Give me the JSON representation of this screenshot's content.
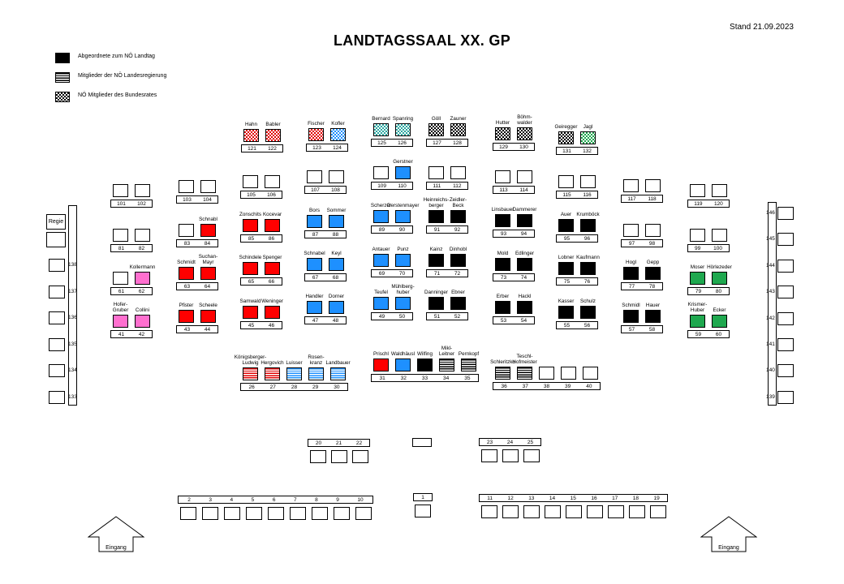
{
  "header": {
    "title": "LANDTAGSSAAL XX. GP",
    "stand": "Stand 21.09.2023"
  },
  "legend": [
    {
      "pattern": "black",
      "label": "Abgeordnete  zum NÖ Landtag"
    },
    {
      "pattern": "stripe-black",
      "label": "Mitglieder der NÖ Landesregierung"
    },
    {
      "pattern": "check-black",
      "label": "NÖ Mitglieder des Bundesrates"
    }
  ],
  "regie_label": "Regie",
  "entrance_label": "Eingang",
  "seats": [
    {
      "name": "Hahn",
      "number": "121",
      "fill": "check-red"
    },
    {
      "name": "Babler",
      "number": "122",
      "fill": "check-red"
    },
    {
      "name": "Fischer",
      "number": "123",
      "fill": "check-red"
    },
    {
      "name": "Kofler",
      "number": "124",
      "fill": "check-blue"
    },
    {
      "name": "Bernard",
      "number": "125",
      "fill": "check-teal"
    },
    {
      "name": "Spanring",
      "number": "126",
      "fill": "check-teal"
    },
    {
      "name": "Göll",
      "number": "127",
      "fill": "check-black"
    },
    {
      "name": "Zauner",
      "number": "128",
      "fill": "check-black"
    },
    {
      "name": "Hutter",
      "number": "129",
      "fill": "check-black"
    },
    {
      "name": "Böhm-\nwalder",
      "number": "130",
      "fill": "check-black"
    },
    {
      "name": "Geiregger",
      "number": "131",
      "fill": "check-black"
    },
    {
      "name": "Jagl",
      "number": "132",
      "fill": "check-green"
    },
    {
      "name": "",
      "number": "101",
      "fill": "white"
    },
    {
      "name": "",
      "number": "102",
      "fill": "white"
    },
    {
      "name": "",
      "number": "103",
      "fill": "white"
    },
    {
      "name": "",
      "number": "104",
      "fill": "white"
    },
    {
      "name": "",
      "number": "105",
      "fill": "white"
    },
    {
      "name": "",
      "number": "106",
      "fill": "white"
    },
    {
      "name": "",
      "number": "107",
      "fill": "white"
    },
    {
      "name": "",
      "number": "108",
      "fill": "white"
    },
    {
      "name": "",
      "number": "109",
      "fill": "white"
    },
    {
      "name": "Gerstner",
      "number": "110",
      "fill": "blue"
    },
    {
      "name": "",
      "number": "111",
      "fill": "white"
    },
    {
      "name": "",
      "number": "112",
      "fill": "white"
    },
    {
      "name": "",
      "number": "113",
      "fill": "white"
    },
    {
      "name": "",
      "number": "114",
      "fill": "white"
    },
    {
      "name": "",
      "number": "115",
      "fill": "white"
    },
    {
      "name": "",
      "number": "116",
      "fill": "white"
    },
    {
      "name": "",
      "number": "117",
      "fill": "white"
    },
    {
      "name": "",
      "number": "118",
      "fill": "white"
    },
    {
      "name": "",
      "number": "119",
      "fill": "white"
    },
    {
      "name": "",
      "number": "120",
      "fill": "white"
    },
    {
      "name": "",
      "number": "81",
      "fill": "white"
    },
    {
      "name": "",
      "number": "82",
      "fill": "white"
    },
    {
      "name": "",
      "number": "83",
      "fill": "white"
    },
    {
      "name": "Schnabl",
      "number": "84",
      "fill": "red"
    },
    {
      "name": "Zonschits",
      "number": "85",
      "fill": "red"
    },
    {
      "name": "Kocevar",
      "number": "86",
      "fill": "red"
    },
    {
      "name": "Bors",
      "number": "87",
      "fill": "blue"
    },
    {
      "name": "Sommer",
      "number": "88",
      "fill": "blue"
    },
    {
      "name": "Scherzer",
      "number": "89",
      "fill": "blue"
    },
    {
      "name": "Gerstenmayer",
      "number": "90",
      "fill": "blue"
    },
    {
      "name": "Heinreichs-\nberger",
      "number": "91",
      "fill": "black"
    },
    {
      "name": "Zeidler-\nBeck",
      "number": "92",
      "fill": "black"
    },
    {
      "name": "Linsbauer",
      "number": "93",
      "fill": "black"
    },
    {
      "name": "Dammerer",
      "number": "94",
      "fill": "black"
    },
    {
      "name": "Auer",
      "number": "95",
      "fill": "black"
    },
    {
      "name": "Krumböck",
      "number": "96",
      "fill": "black"
    },
    {
      "name": "",
      "number": "97",
      "fill": "white"
    },
    {
      "name": "",
      "number": "98",
      "fill": "white"
    },
    {
      "name": "",
      "number": "99",
      "fill": "white"
    },
    {
      "name": "",
      "number": "100",
      "fill": "white"
    },
    {
      "name": "",
      "number": "61",
      "fill": "white"
    },
    {
      "name": "Kollermann",
      "number": "62",
      "fill": "pink"
    },
    {
      "name": "Schmidt",
      "number": "63",
      "fill": "red"
    },
    {
      "name": "Suchan-\nMayr",
      "number": "64",
      "fill": "red"
    },
    {
      "name": "Schindele",
      "number": "65",
      "fill": "red"
    },
    {
      "name": "Spenger",
      "number": "66",
      "fill": "red"
    },
    {
      "name": "Schnabel",
      "number": "67",
      "fill": "blue"
    },
    {
      "name": "Keyl",
      "number": "68",
      "fill": "blue"
    },
    {
      "name": "Antauer",
      "number": "69",
      "fill": "blue"
    },
    {
      "name": "Punz",
      "number": "70",
      "fill": "blue"
    },
    {
      "name": "Kainz",
      "number": "71",
      "fill": "black"
    },
    {
      "name": "Dinhobl",
      "number": "72",
      "fill": "black"
    },
    {
      "name": "Mold",
      "number": "73",
      "fill": "black"
    },
    {
      "name": "Edlinger",
      "number": "74",
      "fill": "black"
    },
    {
      "name": "Lobner",
      "number": "75",
      "fill": "black"
    },
    {
      "name": "Kaufmann",
      "number": "76",
      "fill": "black"
    },
    {
      "name": "Hogl",
      "number": "77",
      "fill": "black"
    },
    {
      "name": "Gepp",
      "number": "78",
      "fill": "black"
    },
    {
      "name": "Moser",
      "number": "79",
      "fill": "green"
    },
    {
      "name": "Hörlezeder",
      "number": "80",
      "fill": "green"
    },
    {
      "name": "Hofer-\nGruber",
      "number": "41",
      "fill": "pink"
    },
    {
      "name": "Collini",
      "number": "42",
      "fill": "pink"
    },
    {
      "name": "Pfister",
      "number": "43",
      "fill": "red"
    },
    {
      "name": "Scheele",
      "number": "44",
      "fill": "red"
    },
    {
      "name": "Samwald",
      "number": "45",
      "fill": "red"
    },
    {
      "name": "Weninger",
      "number": "46",
      "fill": "red"
    },
    {
      "name": "Handler",
      "number": "47",
      "fill": "blue"
    },
    {
      "name": "Dorner",
      "number": "48",
      "fill": "blue"
    },
    {
      "name": "Teufel",
      "number": "49",
      "fill": "blue"
    },
    {
      "name": "Mühlberg-\nhuber",
      "number": "50",
      "fill": "blue"
    },
    {
      "name": "Danninger",
      "number": "51",
      "fill": "black"
    },
    {
      "name": "Ebner",
      "number": "52",
      "fill": "black"
    },
    {
      "name": "Erber",
      "number": "53",
      "fill": "black"
    },
    {
      "name": "Hackl",
      "number": "54",
      "fill": "black"
    },
    {
      "name": "Kasser",
      "number": "55",
      "fill": "black"
    },
    {
      "name": "Schulz",
      "number": "56",
      "fill": "black"
    },
    {
      "name": "Schmidl",
      "number": "57",
      "fill": "black"
    },
    {
      "name": "Hauer",
      "number": "58",
      "fill": "black"
    },
    {
      "name": "Krismer-\nHuber",
      "number": "59",
      "fill": "green"
    },
    {
      "name": "Ecker",
      "number": "60",
      "fill": "green"
    },
    {
      "name": "Königsberger-\nLudwig",
      "number": "26",
      "fill": "stripe-red"
    },
    {
      "name": "Hergovich",
      "number": "27",
      "fill": "stripe-red"
    },
    {
      "name": "Luisser",
      "number": "28",
      "fill": "stripe-blue"
    },
    {
      "name": "Rosen-\nkranz",
      "number": "29",
      "fill": "stripe-blue"
    },
    {
      "name": "Landbauer",
      "number": "30",
      "fill": "stripe-blue"
    },
    {
      "name": "Prischl",
      "number": "31",
      "fill": "red"
    },
    {
      "name": "Waldhäusl",
      "number": "32",
      "fill": "blue"
    },
    {
      "name": "Wilfing",
      "number": "33",
      "fill": "black"
    },
    {
      "name": "Mikl-\nLeitner",
      "number": "34",
      "fill": "stripe-black"
    },
    {
      "name": "Pernkopf",
      "number": "35",
      "fill": "stripe-black"
    },
    {
      "name": "Schleritzko",
      "number": "36",
      "fill": "stripe-black"
    },
    {
      "name": "Teschl-\nHofmeister",
      "number": "37",
      "fill": "stripe-black"
    },
    {
      "name": "",
      "number": "38",
      "fill": "white"
    },
    {
      "name": "",
      "number": "39",
      "fill": "white"
    },
    {
      "name": "",
      "number": "40",
      "fill": "white"
    }
  ],
  "front_seats": [
    {
      "number": "20"
    },
    {
      "number": "21"
    },
    {
      "number": "22"
    },
    {
      "number": "23"
    },
    {
      "number": "24"
    },
    {
      "number": "25"
    },
    {
      "number": "1"
    },
    {
      "number": "2"
    },
    {
      "number": "3"
    },
    {
      "number": "4"
    },
    {
      "number": "5"
    },
    {
      "number": "6"
    },
    {
      "number": "7"
    },
    {
      "number": "8"
    },
    {
      "number": "9"
    },
    {
      "number": "10"
    },
    {
      "number": "11"
    },
    {
      "number": "12"
    },
    {
      "number": "13"
    },
    {
      "number": "14"
    },
    {
      "number": "15"
    },
    {
      "number": "16"
    },
    {
      "number": "17"
    },
    {
      "number": "18"
    },
    {
      "number": "19"
    }
  ],
  "side_left": [
    "138",
    "137",
    "136",
    "135",
    "134",
    "133"
  ],
  "side_right": [
    "146",
    "145",
    "144",
    "143",
    "142",
    "141",
    "140",
    "139"
  ]
}
